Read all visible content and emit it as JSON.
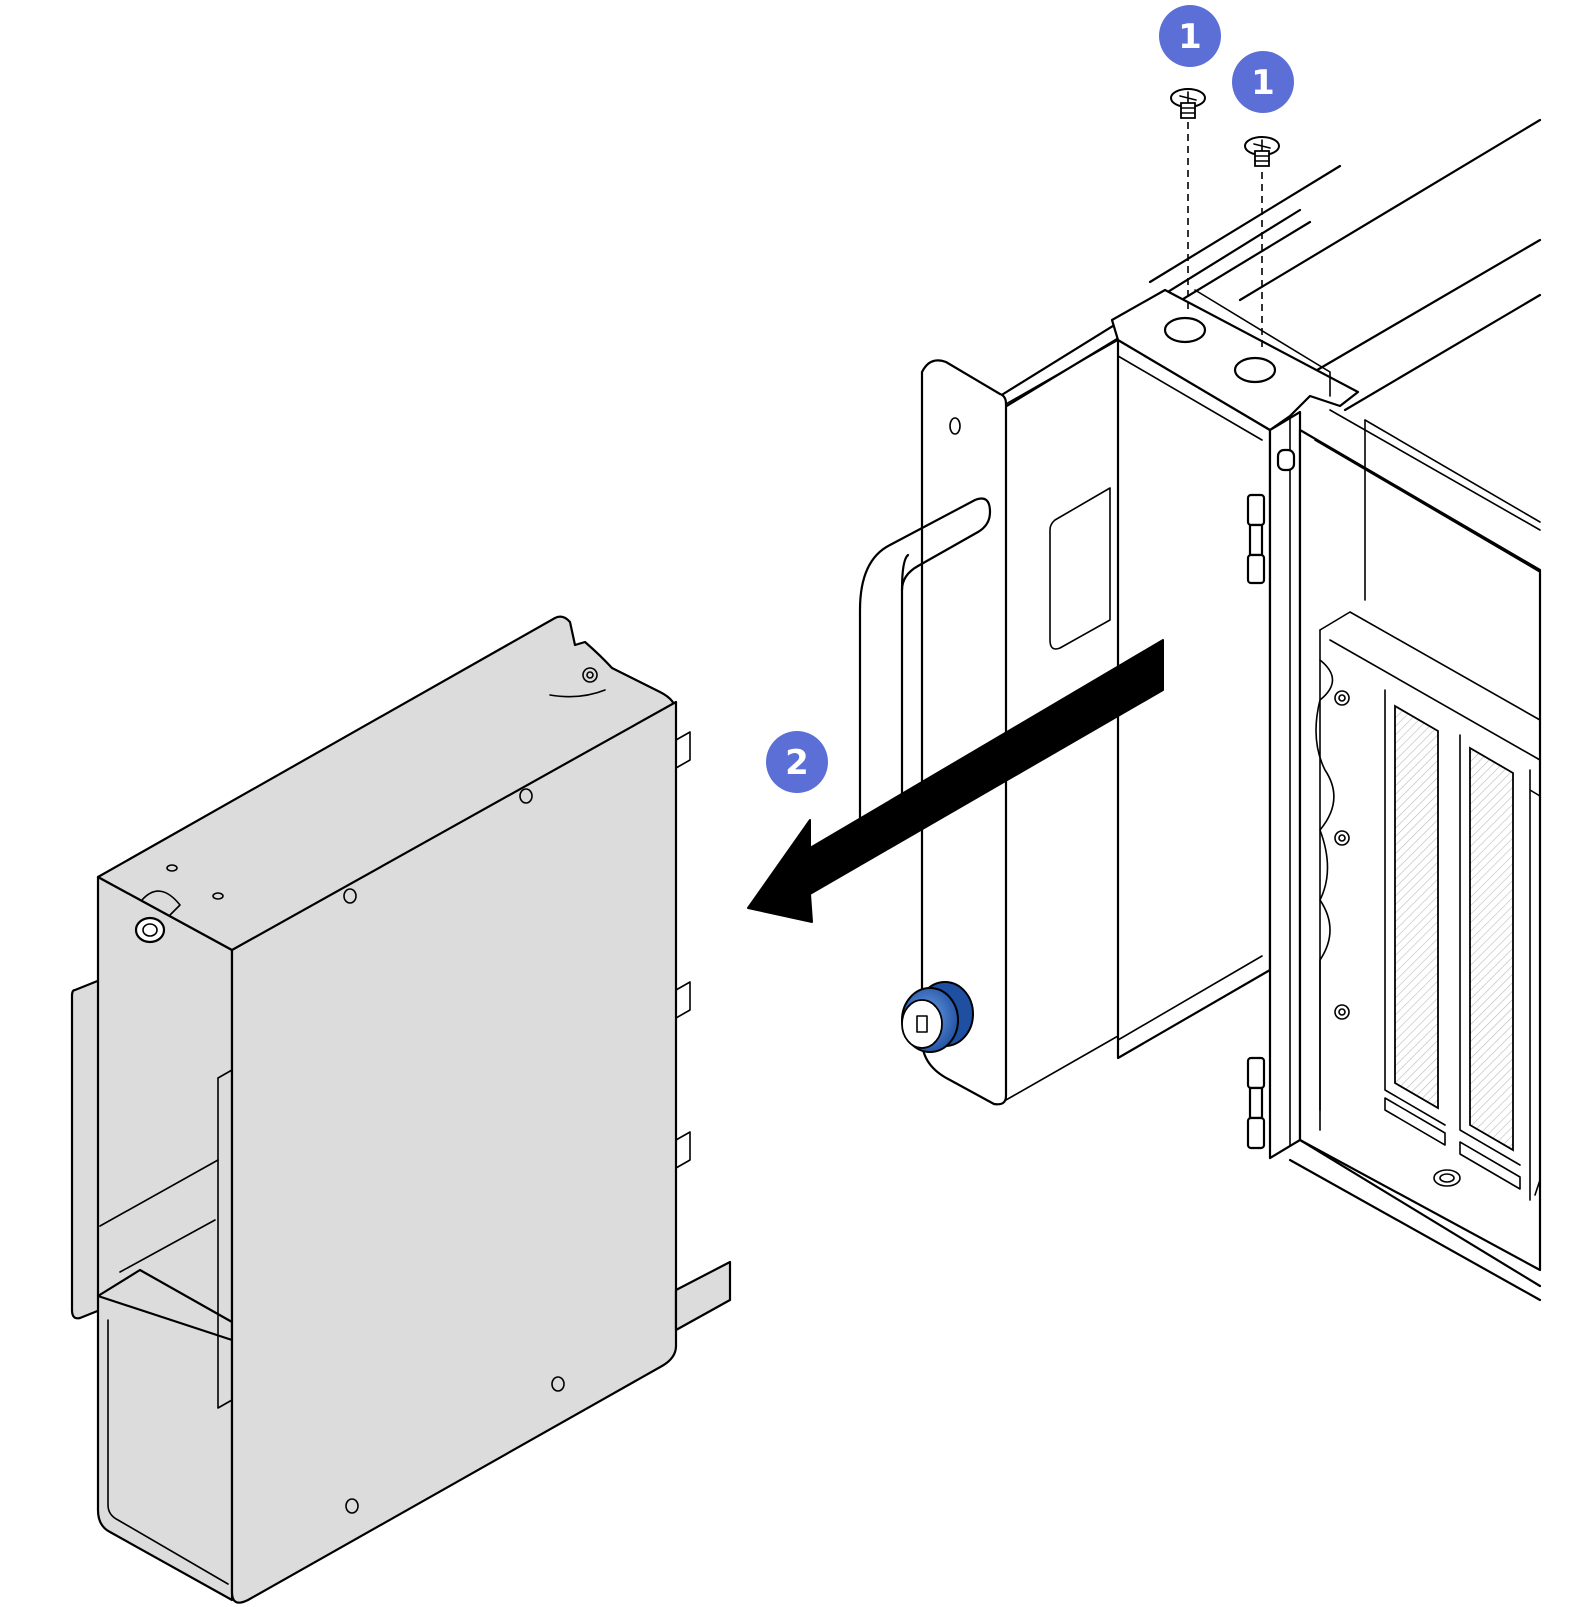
{
  "colors": {
    "callout": "#5b6fd6",
    "thumbscrew": "#3a6fc4",
    "adapter_fill": "#dcdcdc",
    "line": "#000000"
  },
  "callouts": [
    {
      "id": "step1-screw-a",
      "label": "1"
    },
    {
      "id": "step1-screw-b",
      "label": "1"
    },
    {
      "id": "step2-pull",
      "label": "2"
    }
  ],
  "icons": {
    "screw": "screw-icon",
    "thumbscrew": "thumbscrew-icon",
    "arrow": "pull-direction-arrow-icon"
  }
}
